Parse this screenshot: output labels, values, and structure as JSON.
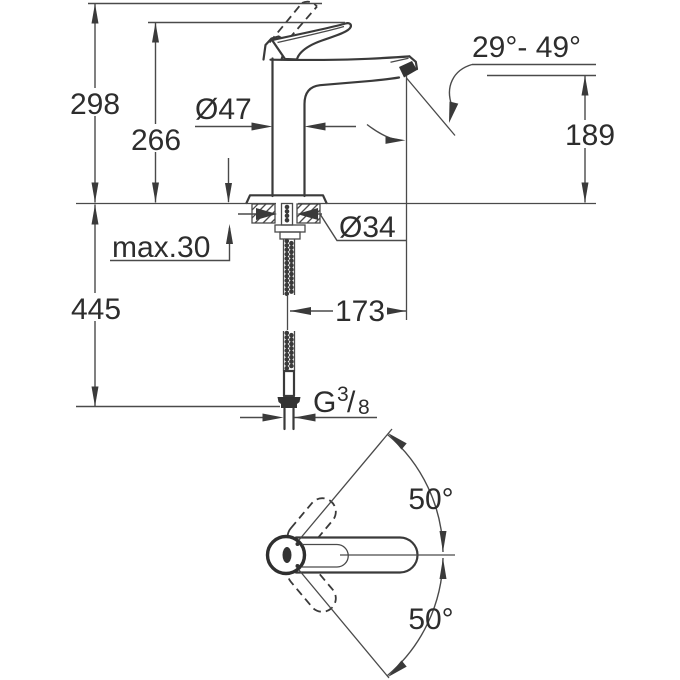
{
  "drawing": {
    "type": "technical-dimension-drawing",
    "subject": "single-lever basin mixer faucet, side elevation with mounting section and handle top view",
    "colors": {
      "background": "#ffffff",
      "line": "#3a3a3a",
      "text": "#2d2d2d"
    },
    "labels": {
      "total_height": "298",
      "body_height": "266",
      "body_diameter": "Ø47",
      "spout_angle_range": "29°- 49°",
      "spout_outlet_height": "189",
      "max_deck_thickness": "max.30",
      "hole_diameter": "Ø34",
      "hose_length": "445",
      "spout_reach": "173",
      "thread_g": "G",
      "thread_numerator": "3",
      "thread_slash": "/",
      "thread_denominator": "8",
      "handle_swing_upper": "50°",
      "handle_swing_lower": "50°"
    }
  }
}
